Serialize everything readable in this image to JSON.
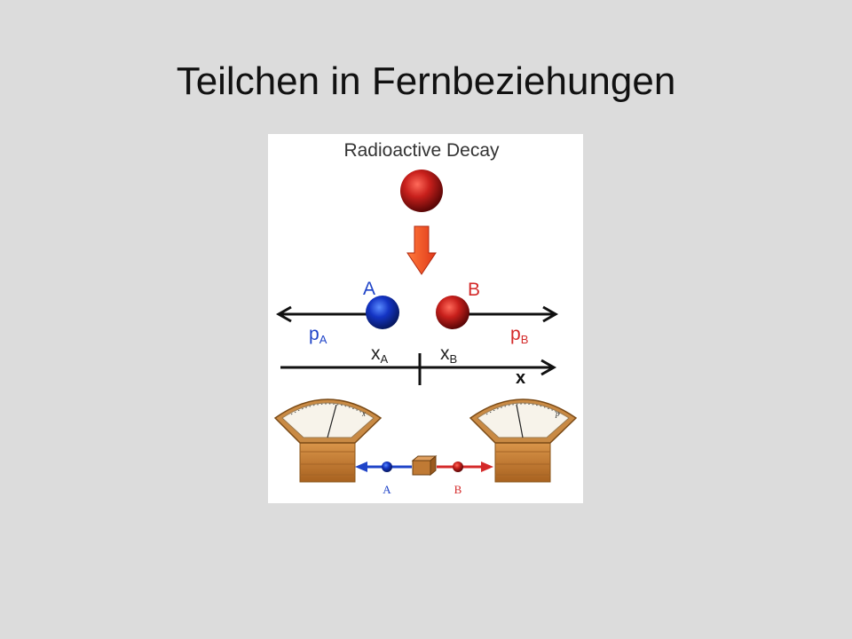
{
  "slide": {
    "title": "Teilchen in Fernbeziehungen"
  },
  "diagram": {
    "heading": "Radioactive Decay",
    "particle_a": {
      "label": "A",
      "momentum": "p",
      "momentum_sub": "A",
      "position": "x",
      "position_sub": "A",
      "color": "#1f44c8"
    },
    "particle_b": {
      "label": "B",
      "momentum": "p",
      "momentum_sub": "B",
      "position": "x",
      "position_sub": "B",
      "color": "#d42a2a"
    },
    "axis_label": "x",
    "arrow_color": "#f04a1e",
    "detector_a_label": "A",
    "detector_b_label": "B",
    "meter_left_glyph": "x",
    "meter_right_glyph": "p"
  }
}
